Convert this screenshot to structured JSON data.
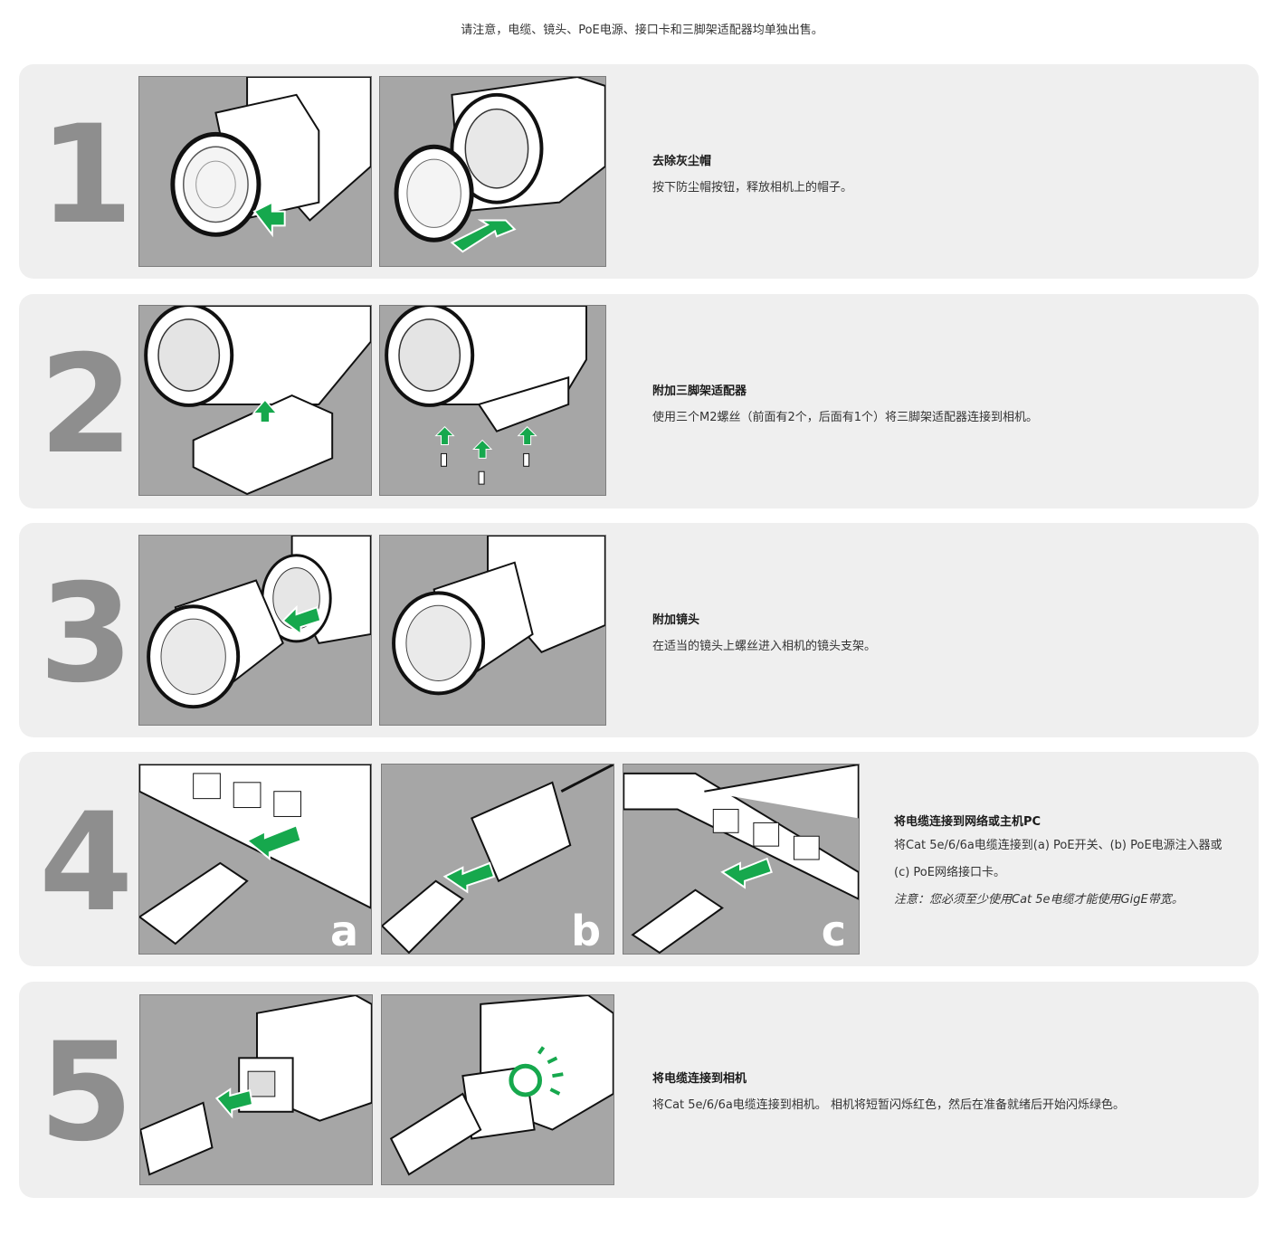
{
  "notice": "请注意，电缆、镜头、PoE电源、接口卡和三脚架适配器均单独出售。",
  "steps": [
    {
      "number": "1",
      "title": "去除灰尘帽",
      "desc": "按下防尘帽按钮，释放相机上的帽子。"
    },
    {
      "number": "2",
      "title": "附加三脚架适配器",
      "desc": "使用三个M2螺丝（前面有2个，后面有1个）将三脚架适配器连接到相机。"
    },
    {
      "number": "3",
      "title": "附加镜头",
      "desc": "在适当的镜头上螺丝进入相机的镜头支架。"
    },
    {
      "number": "4",
      "title": "将电缆连接到网络或主机PC",
      "desc": "将Cat 5e/6/6a电缆连接到(a) PoE开关、(b) PoE电源注入器或",
      "desc2": "(c) PoE网络接口卡。",
      "note": "注意：您必须至少使用Cat 5e电缆才能使用GigE带宽。",
      "panel_labels": [
        "a",
        "b",
        "c"
      ]
    },
    {
      "number": "5",
      "title": "将电缆连接到相机",
      "desc": "将Cat 5e/6/6a电缆连接到相机。 相机将短暂闪烁红色，然后在准备就绪后开始闪烁绿色。"
    }
  ],
  "colors": {
    "arrow": "#16a84d",
    "panel_bg": "#a6a6a6",
    "step_bg": "#efefef",
    "number": "#8e8e8e"
  }
}
